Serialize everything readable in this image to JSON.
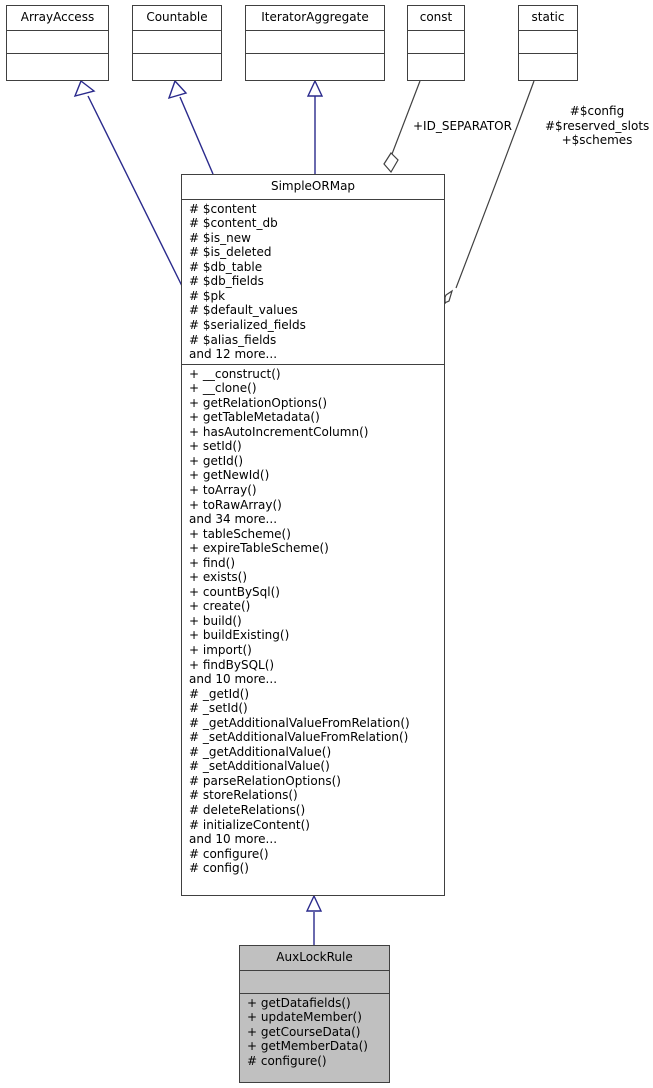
{
  "diagram": {
    "type": "uml-class-diagram",
    "background": "#ffffff",
    "inheritance_color": "#2a2a8c",
    "association_color": "#404040",
    "highlight_fill": "#c0c0c0"
  },
  "classes": {
    "array_access": {
      "name": "ArrayAccess",
      "attributes": [],
      "operations": []
    },
    "countable": {
      "name": "Countable",
      "attributes": [],
      "operations": []
    },
    "iterator_aggregate": {
      "name": "IteratorAggregate",
      "attributes": [],
      "operations": []
    },
    "const": {
      "name": "const",
      "attributes": [],
      "operations": []
    },
    "static": {
      "name": "static",
      "attributes": [],
      "operations": []
    },
    "simple_or_map": {
      "name": "SimpleORMap",
      "attributes": [
        "# $content",
        "# $content_db",
        "# $is_new",
        "# $is_deleted",
        "# $db_table",
        "# $db_fields",
        "# $pk",
        "# $default_values",
        "# $serialized_fields",
        "# $alias_fields",
        "and 12 more..."
      ],
      "operations": [
        "+ __construct()",
        "+ __clone()",
        "+ getRelationOptions()",
        "+ getTableMetadata()",
        "+ hasAutoIncrementColumn()",
        "+ setId()",
        "+ getId()",
        "+ getNewId()",
        "+ toArray()",
        "+ toRawArray()",
        "and 34 more...",
        "+ tableScheme()",
        "+ expireTableScheme()",
        "+ find()",
        "+ exists()",
        "+ countBySql()",
        "+ create()",
        "+ build()",
        "+ buildExisting()",
        "+ import()",
        "+ findBySQL()",
        "and 10 more...",
        "# _getId()",
        "# _setId()",
        "# _getAdditionalValueFromRelation()",
        "# _setAdditionalValueFromRelation()",
        "# _getAdditionalValue()",
        "# _setAdditionalValue()",
        "# parseRelationOptions()",
        "# storeRelations()",
        "# deleteRelations()",
        "# initializeContent()",
        "and 10 more...",
        "# configure()",
        "# config()"
      ]
    },
    "aux_lock_rule": {
      "name": "AuxLockRule",
      "attributes": [],
      "operations": [
        "+ getDatafields()",
        "+ updateMember()",
        "+ getCourseData()",
        "+ getMemberData()",
        "# configure()"
      ]
    }
  },
  "edges": {
    "const_assoc_label": "+ID_SEPARATOR",
    "static_assoc_label_line1": "#$config",
    "static_assoc_label_line2": "#$reserved_slots",
    "static_assoc_label_line3": "+$schemes"
  }
}
